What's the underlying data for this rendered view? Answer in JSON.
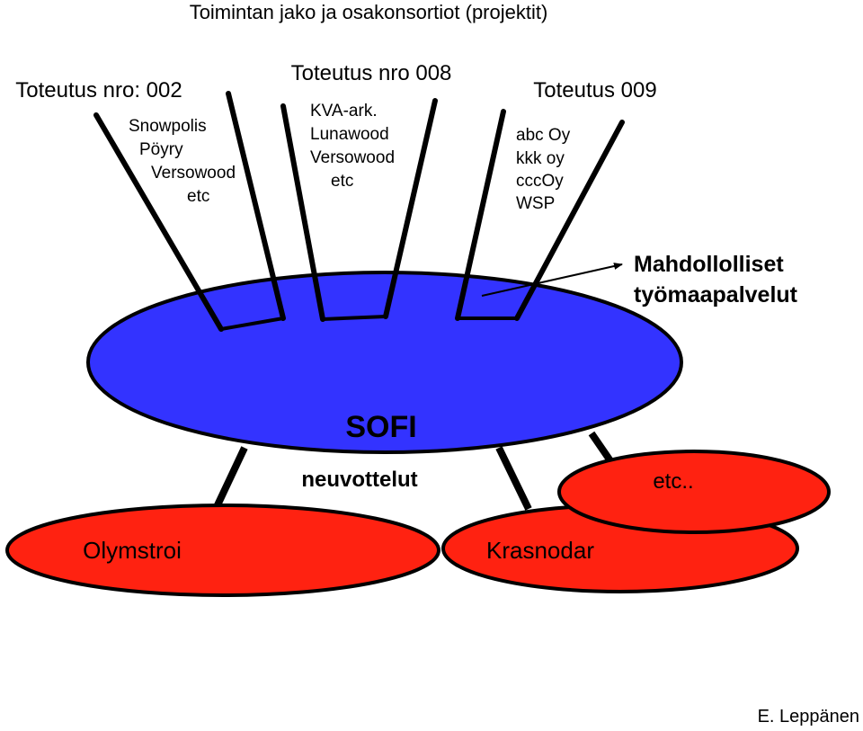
{
  "title": "Toimintan jako ja osakonsortiot (projektit)",
  "colors": {
    "hub": "#3333ff",
    "node": "#ff2211",
    "line": "#000000",
    "background": "#ffffff"
  },
  "projects": [
    {
      "heading": "Toteutus nro: 002",
      "members": [
        "Snowpolis",
        "Pöyry",
        "Versowood",
        "etc"
      ]
    },
    {
      "heading": "Toteutus nro 008",
      "members": [
        "KVA-ark.",
        "Lunawood",
        "Versowood",
        "etc"
      ]
    },
    {
      "heading": "Toteutus 009",
      "members": [
        "abc Oy",
        "kkk oy",
        "cccOy",
        "WSP"
      ]
    }
  ],
  "hub": {
    "label": "SOFI",
    "sublabel": "neuvottelut"
  },
  "callout": {
    "line1": "Mahdollolliset",
    "line2": "työmaapalvelut"
  },
  "nodes": [
    {
      "label": "Olymstroi"
    },
    {
      "label": "Krasnodar"
    },
    {
      "label": "etc.."
    }
  ],
  "author": "E. Leppänen"
}
